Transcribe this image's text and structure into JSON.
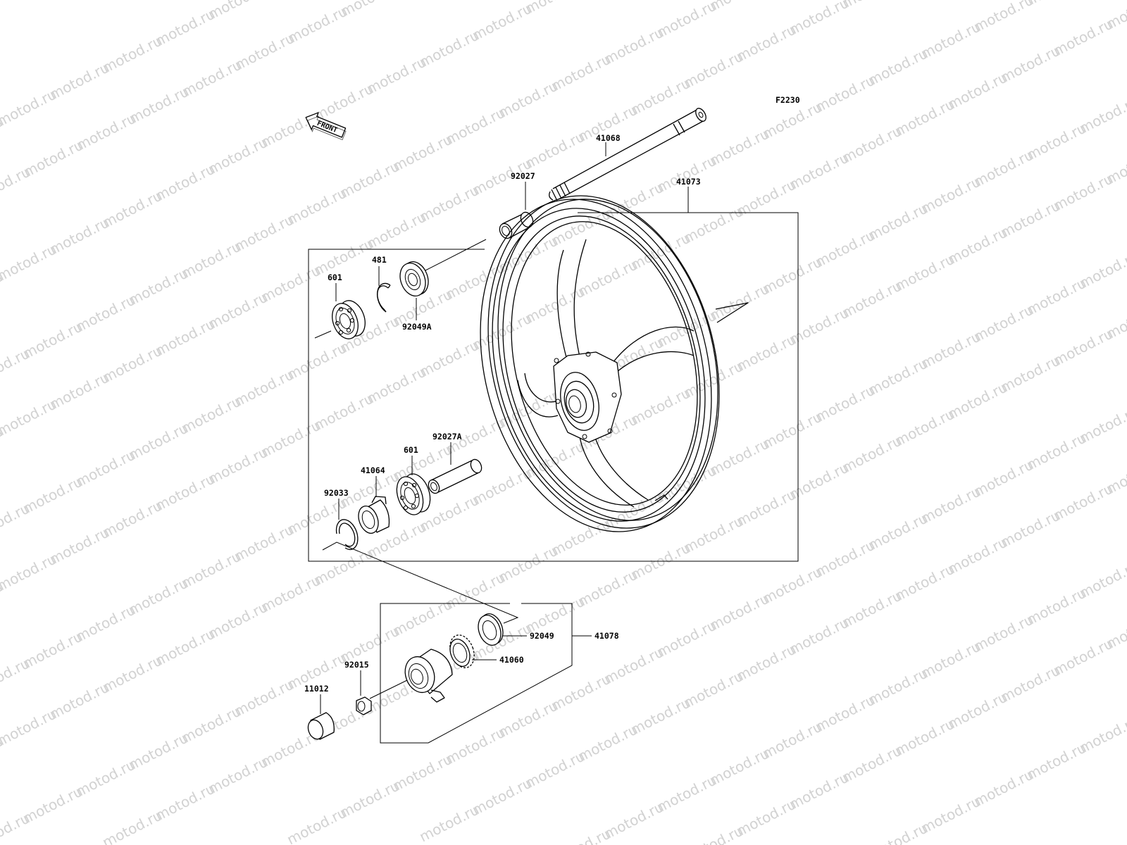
{
  "watermark": "motod.ru",
  "figure_code": "F2230",
  "front_label": "FRONT",
  "parts": {
    "axle": "41068",
    "wheel": "41073",
    "collar_left": "92027",
    "circlip": "481",
    "bearing_left": "601",
    "seal_left": "92049A",
    "collar_inner": "92027A",
    "bearing_right": "601",
    "coupling": "41064",
    "snap_ring": "92033",
    "seal_right": "92049",
    "gear_assy": "41078",
    "gear": "41060",
    "nut": "92015",
    "cap": "11012"
  },
  "colors": {
    "line": "#000000",
    "watermark": "#d2d2d2",
    "background": "#ffffff"
  }
}
